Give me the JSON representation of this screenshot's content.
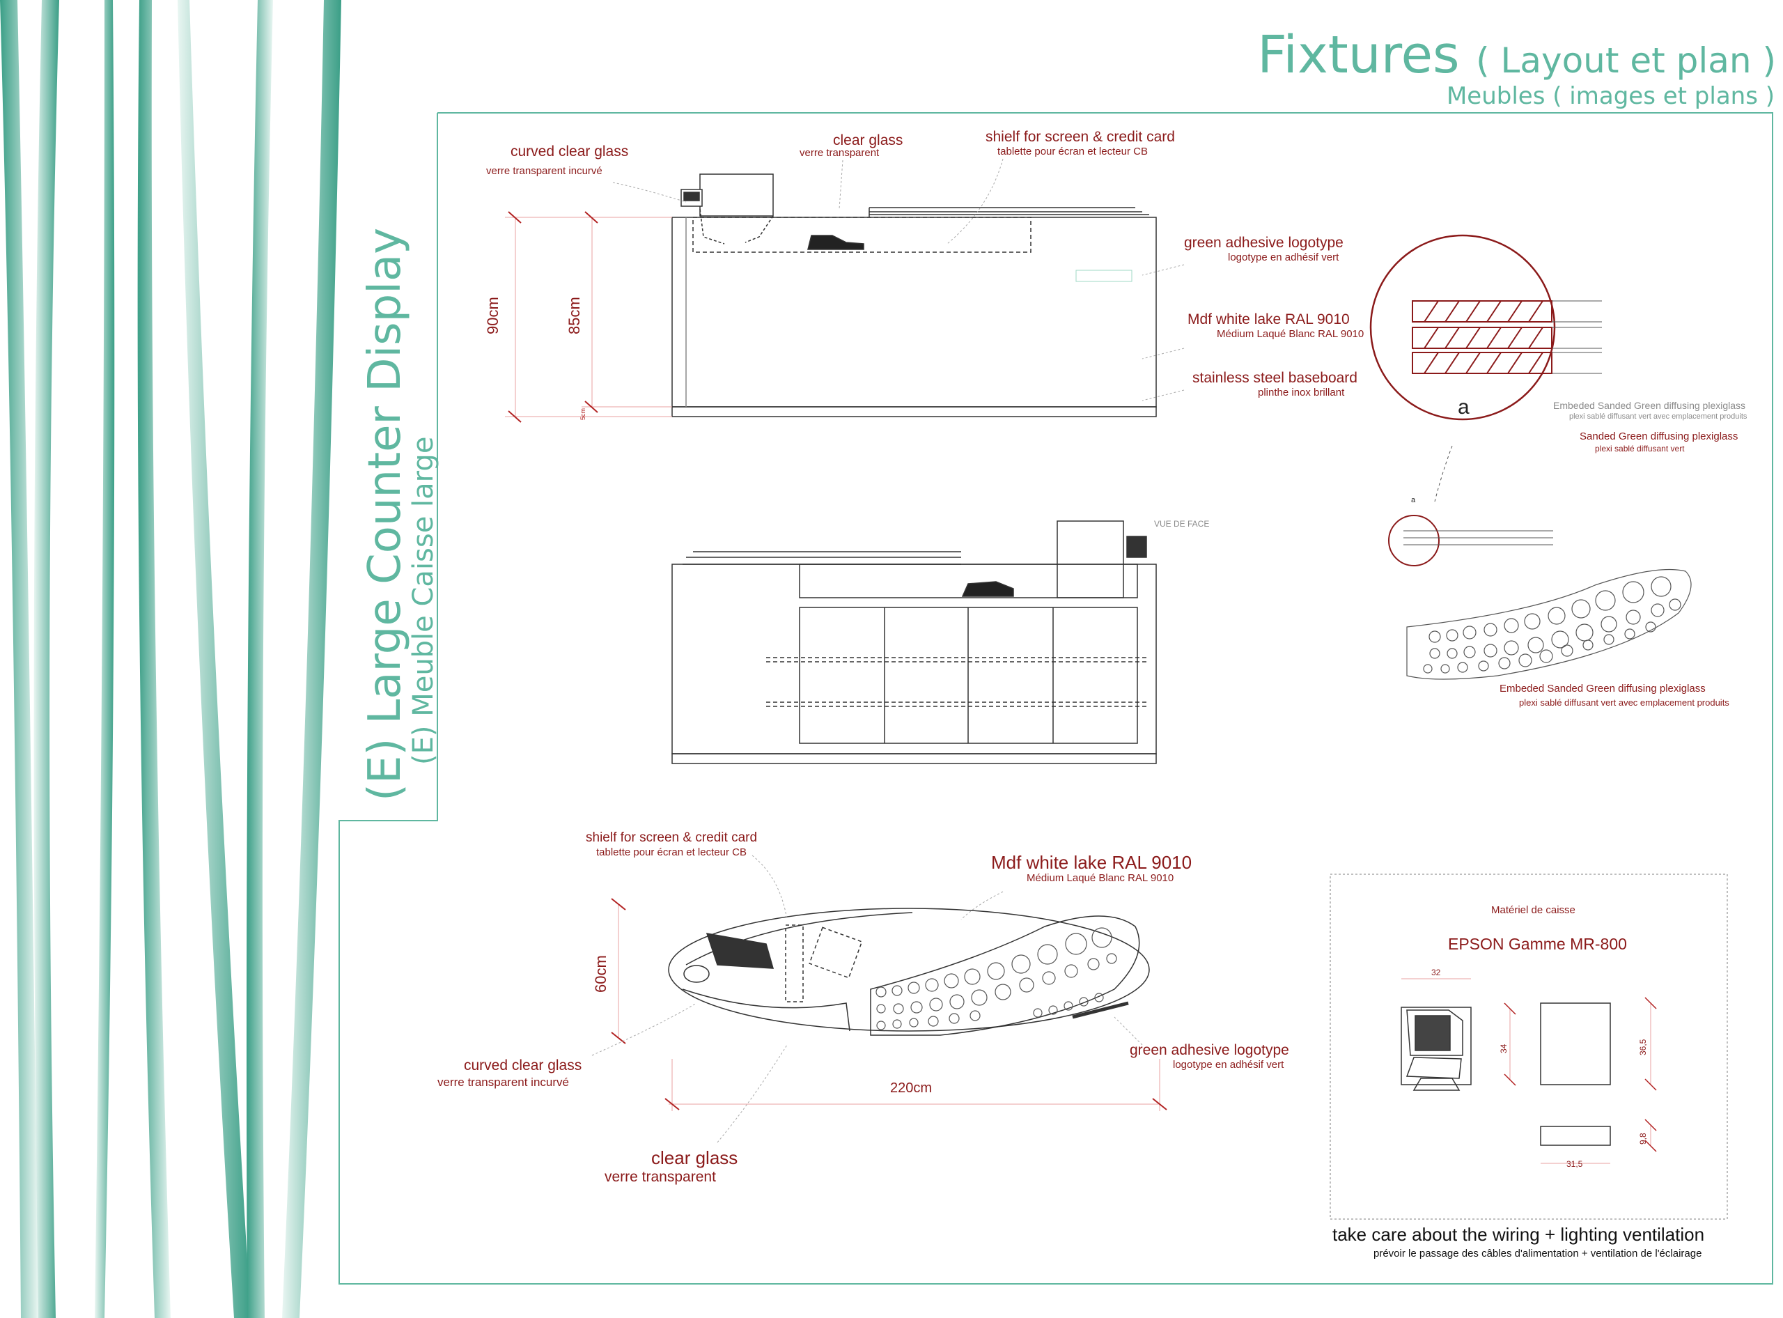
{
  "header": {
    "title": "Fixtures",
    "title_paren": "( Layout et plan )",
    "subtitle": "Meubles ( images et plans )"
  },
  "section": {
    "title_en": "(E) Large Counter Display",
    "title_fr": "(E) Meuble Caisse large"
  },
  "elevation_labels": {
    "curved_glass_en": "curved clear glass",
    "curved_glass_fr": "verre transparent  incurvé",
    "clear_glass_en": "clear glass",
    "clear_glass_fr": "verre transparent",
    "shelf_en": "shielf for screen & credit card",
    "shelf_fr": "tablette pour écran et lecteur CB",
    "logo_en": "green adhesive logotype",
    "logo_fr": "logotype en adhésif vert",
    "mdf_en": "Mdf white lake RAL  9010",
    "mdf_fr": "Médium Laqué Blanc RAL  9010",
    "baseboard_en": "stainless steel baseboard",
    "baseboard_fr": "plinthe inox brillant",
    "dim_90": "90cm",
    "dim_85": "85cm",
    "dim_5": "5cm"
  },
  "detail": {
    "letter": "a",
    "small_letter": "a",
    "embedded_en": "Embeded Sanded Green diffusing plexiglass",
    "embedded_fr": "plexi sablé diffusant vert avec emplacement produits",
    "sanded_en": "Sanded Green diffusing plexiglass",
    "sanded_fr": "plexi sablé diffusant vert",
    "embedded2_en": "Embeded Sanded Green diffusing plexiglass",
    "embedded2_fr": "plexi sablé diffusant vert avec emplacement produits"
  },
  "front_view": {
    "label": "VUE DE FACE"
  },
  "plan_labels": {
    "shelf_en": "shielf for screen & credit card",
    "shelf_fr": "tablette pour écran et lecteur CB",
    "mdf_en": "Mdf white lake RAL  9010",
    "mdf_fr": "Médium Laqué Blanc RAL  9010",
    "curved_glass_en": "curved clear glass",
    "curved_glass_fr": "verre transparent  incurvé",
    "logo_en": "green adhesive logotype",
    "logo_fr": "logotype en adhésif vert",
    "clear_glass_en": "clear glass",
    "clear_glass_fr": "verre transparent",
    "dim_60": "60cm",
    "dim_220": "220cm"
  },
  "equipment": {
    "heading": "Matériel de caisse",
    "model": "EPSON Gamme MR-800",
    "dim_32": "32",
    "dim_34": "34",
    "dim_36_5": "36,5",
    "dim_9_8": "9,8",
    "dim_31_5": "31,5"
  },
  "footer": {
    "note_en": "take care about the wiring + lighting ventilation",
    "note_fr": "prévoir le passage des câbles d'alimentation + ventilation de l'éclairage"
  },
  "colors": {
    "teal": "#5fb7a0",
    "dark_red": "#8b1a1a",
    "line": "#333333"
  }
}
